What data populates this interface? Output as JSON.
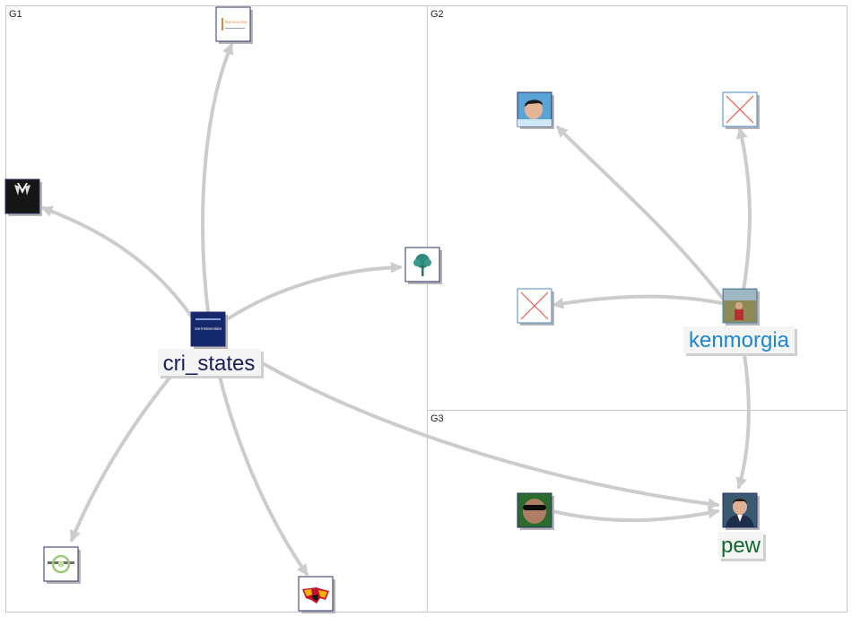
{
  "groups": [
    {
      "id": "G1",
      "label": "G1"
    },
    {
      "id": "G2",
      "label": "G2"
    },
    {
      "id": "G3",
      "label": "G3"
    }
  ],
  "nodes": [
    {
      "id": "cri_states",
      "label": "cri_states",
      "label_color": "#1a1f5c",
      "icon": "center-for-retirement-initiatives-logo"
    },
    {
      "id": "illinois",
      "label": "",
      "icon": "illinois-secure-choice-logo"
    },
    {
      "id": "tuxedo",
      "label": "",
      "icon": "tuxedo-avatar"
    },
    {
      "id": "tree",
      "label": "",
      "icon": "tree-logo"
    },
    {
      "id": "retirement",
      "label": "",
      "icon": "green-seal-logo"
    },
    {
      "id": "maryland",
      "label": "",
      "icon": "maryland-flag-map"
    },
    {
      "id": "person_pillow",
      "label": "",
      "icon": "person-photo-avatar"
    },
    {
      "id": "missing1",
      "label": "",
      "icon": "missing-image-icon"
    },
    {
      "id": "missing2",
      "label": "",
      "icon": "missing-image-icon"
    },
    {
      "id": "kenmorgia",
      "label": "kenmorgia",
      "label_color": "#1b86d1",
      "icon": "outdoor-photo-avatar"
    },
    {
      "id": "sunglasses",
      "label": "",
      "icon": "sunglasses-avatar"
    },
    {
      "id": "pew",
      "label": "pew",
      "label_color": "#0d6a2c",
      "icon": "man-portrait-avatar"
    }
  ],
  "edges": [
    {
      "from": "cri_states",
      "to": "illinois"
    },
    {
      "from": "cri_states",
      "to": "tuxedo"
    },
    {
      "from": "cri_states",
      "to": "tree"
    },
    {
      "from": "cri_states",
      "to": "retirement"
    },
    {
      "from": "cri_states",
      "to": "maryland"
    },
    {
      "from": "cri_states",
      "to": "pew"
    },
    {
      "from": "kenmorgia",
      "to": "person_pillow"
    },
    {
      "from": "kenmorgia",
      "to": "missing1"
    },
    {
      "from": "kenmorgia",
      "to": "missing2"
    },
    {
      "from": "kenmorgia",
      "to": "pew"
    },
    {
      "from": "sunglasses",
      "to": "pew"
    }
  ],
  "logo_text": {
    "cri_small": "Center for Retirement Initiatives",
    "illinois": "Illinois Secure Choice"
  },
  "colors": {
    "edge": "#cccccc",
    "group_border": "#c8c8c8",
    "node_border": "#2a2f6e"
  }
}
